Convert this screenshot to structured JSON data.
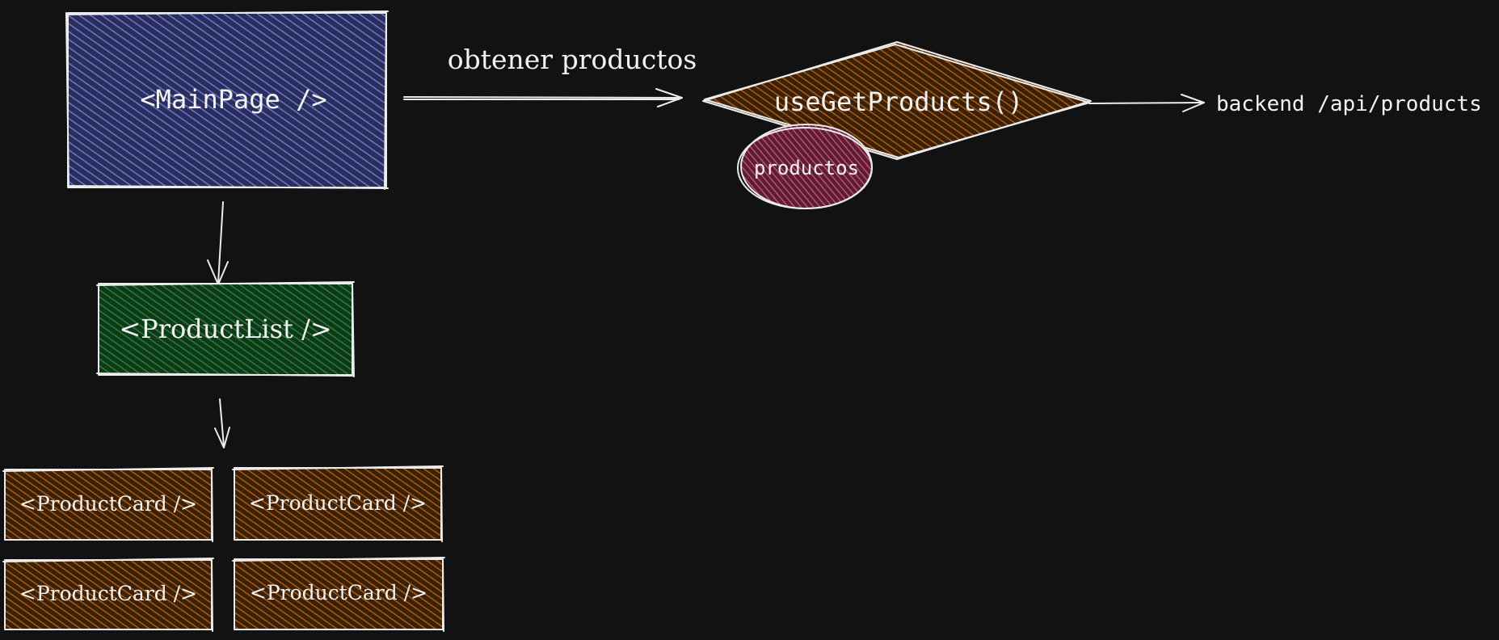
{
  "colors": {
    "background": "#121212",
    "mainpage_fill": "#6a76d6",
    "productlist_fill": "#2f8a3e",
    "card_fill": "#c8640f",
    "hook_fill": "#c8640f",
    "state_fill": "#d9577f",
    "stroke": "#ececec"
  },
  "nodes": {
    "mainpage": "<MainPage />",
    "productlist": "<ProductList />",
    "hook": "useGetProducts()",
    "state": "productos",
    "backend": "backend /api/products",
    "cards": [
      "<ProductCard />",
      "<ProductCard />",
      "<ProductCard />",
      "<ProductCard />"
    ]
  },
  "edges": {
    "fetch_label": "obtener productos"
  }
}
